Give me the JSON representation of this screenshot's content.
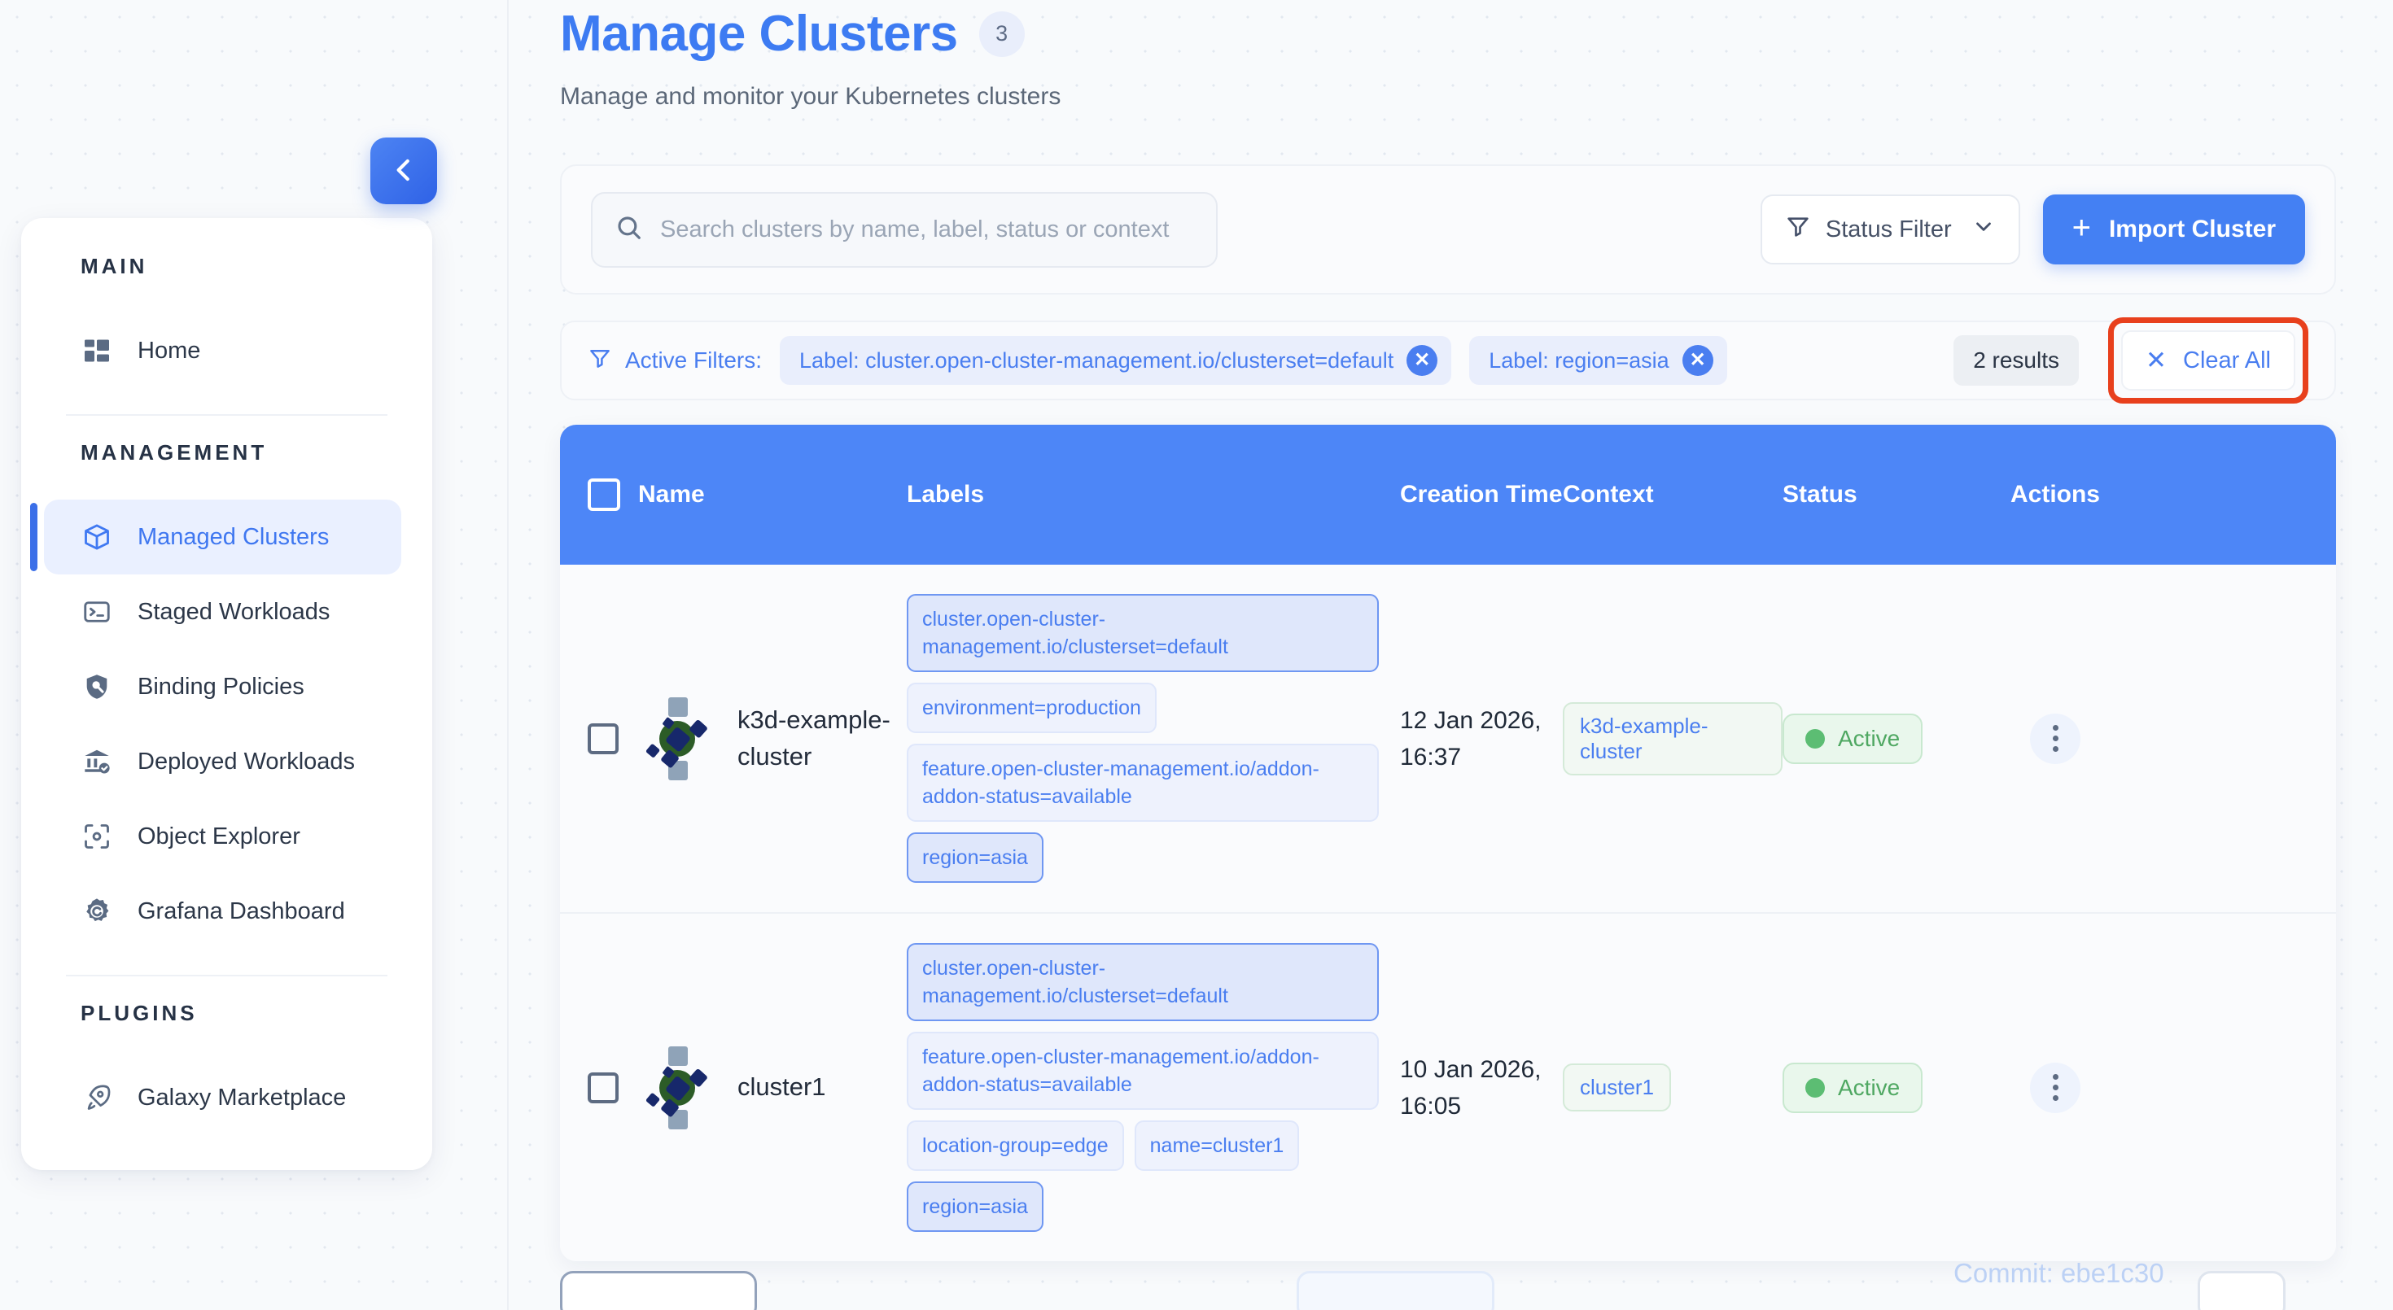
{
  "sidebar": {
    "collapse_icon": "chevron-left-icon",
    "sections": [
      {
        "label": "MAIN",
        "items": [
          {
            "label": "Home",
            "icon": "dashboard-grid-icon",
            "active": false
          }
        ]
      },
      {
        "label": "MANAGEMENT",
        "items": [
          {
            "label": "Managed Clusters",
            "icon": "cube-icon",
            "active": true
          },
          {
            "label": "Staged Workloads",
            "icon": "terminal-icon",
            "active": false
          },
          {
            "label": "Binding Policies",
            "icon": "shield-search-icon",
            "active": false
          },
          {
            "label": "Deployed Workloads",
            "icon": "bank-check-icon",
            "active": false
          },
          {
            "label": "Object Explorer",
            "icon": "scan-object-icon",
            "active": false
          },
          {
            "label": "Grafana Dashboard",
            "icon": "grafana-icon",
            "active": false
          }
        ]
      },
      {
        "label": "PLUGINS",
        "items": [
          {
            "label": "Galaxy Marketplace",
            "icon": "rocket-icon",
            "active": false
          }
        ]
      }
    ]
  },
  "header": {
    "title": "Manage Clusters",
    "badge": "3",
    "subtitle": "Manage and monitor your Kubernetes clusters"
  },
  "toolbar": {
    "search_placeholder": "Search clusters by name, label, status or context",
    "search_value": "",
    "search_icon": "search-icon",
    "status_filter_label": "Status Filter",
    "status_filter_icon": "funnel-icon",
    "status_filter_chevron": "chevron-down-icon",
    "import_label": "Import Cluster",
    "import_plus": "+"
  },
  "filters": {
    "label": "Active Filters:",
    "icon": "funnel-icon",
    "chips": [
      {
        "text": "Label: cluster.open-cluster-management.io/clusterset=default",
        "remove_icon": "close-circle-icon"
      },
      {
        "text": "Label: region=asia",
        "remove_icon": "close-circle-icon"
      }
    ],
    "results_count": "2 results",
    "clear_all_label": "Clear All",
    "clear_all_icon": "close-icon",
    "highlight_color": "#e8401d"
  },
  "table": {
    "columns": [
      "",
      "Name",
      "Labels",
      "Creation Time",
      "Context",
      "Status",
      "Actions"
    ],
    "header_color": "#4d86f7",
    "select_all_checked": false,
    "rows": [
      {
        "checked": false,
        "icon": "kubernetes-cluster-icon",
        "name": "k3d-example-cluster",
        "labels": [
          {
            "text": "cluster.open-cluster-management.io/clusterset=default",
            "matched": true
          },
          {
            "text": "environment=production",
            "matched": false
          },
          {
            "text": "feature.open-cluster-management.io/addon-addon-status=available",
            "matched": false
          },
          {
            "text": "region=asia",
            "matched": true
          }
        ],
        "creation_time": "12 Jan 2026, 16:37",
        "context": "k3d-example-cluster",
        "status": "Active",
        "status_color": "#5cbd73",
        "actions_icon": "kebab-menu-icon"
      },
      {
        "checked": false,
        "icon": "kubernetes-cluster-icon",
        "name": "cluster1",
        "labels": [
          {
            "text": "cluster.open-cluster-management.io/clusterset=default",
            "matched": true
          },
          {
            "text": "feature.open-cluster-management.io/addon-addon-status=available",
            "matched": false
          },
          {
            "text": "location-group=edge",
            "matched": false
          },
          {
            "text": "name=cluster1",
            "matched": false
          },
          {
            "text": "region=asia",
            "matched": true
          }
        ],
        "creation_time": "10 Jan 2026, 16:05",
        "context": "cluster1",
        "status": "Active",
        "status_color": "#5cbd73",
        "actions_icon": "kebab-menu-icon"
      }
    ]
  },
  "footer": {
    "commit": "Commit: ebe1c30"
  }
}
